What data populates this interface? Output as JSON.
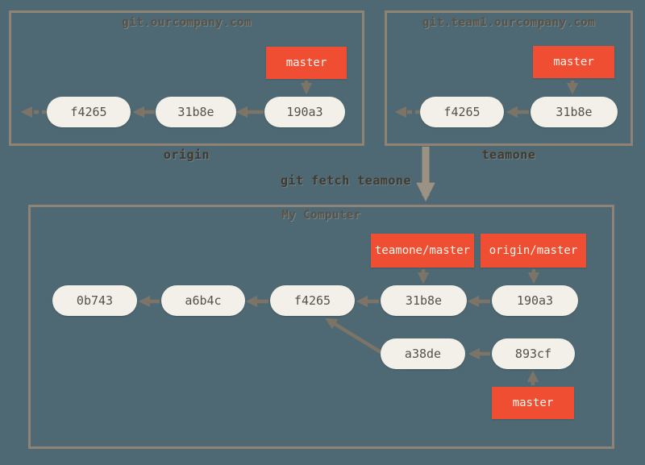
{
  "colors": {
    "background": "#4e6973",
    "box_border": "#8e8375",
    "node_fill": "#f2f0e8",
    "node_text": "#57514a",
    "ref_fill": "#f04e32",
    "ref_text": "#fff7ee",
    "arrow": "#7d7468",
    "arrow_thick": "#9c9283",
    "label_text": "#42392f",
    "title_text": "#5a5146"
  },
  "remotes": {
    "origin": {
      "title": "git.ourcompany.com",
      "label": "origin",
      "branch": "master",
      "commits": [
        "f4265",
        "31b8e",
        "190a3"
      ]
    },
    "teamone": {
      "title": "git.team1.ourcompany.com",
      "label": "teamone",
      "branch": "master",
      "commits": [
        "f4265",
        "31b8e"
      ]
    }
  },
  "command": "git fetch teamone",
  "local": {
    "title": "My Computer",
    "main_commits": [
      "0b743",
      "a6b4c",
      "f4265",
      "31b8e",
      "190a3"
    ],
    "branch_commits": [
      "a38de",
      "893cf"
    ],
    "refs": {
      "teamone_master": "teamone/master",
      "origin_master": "origin/master",
      "master": "master"
    }
  }
}
